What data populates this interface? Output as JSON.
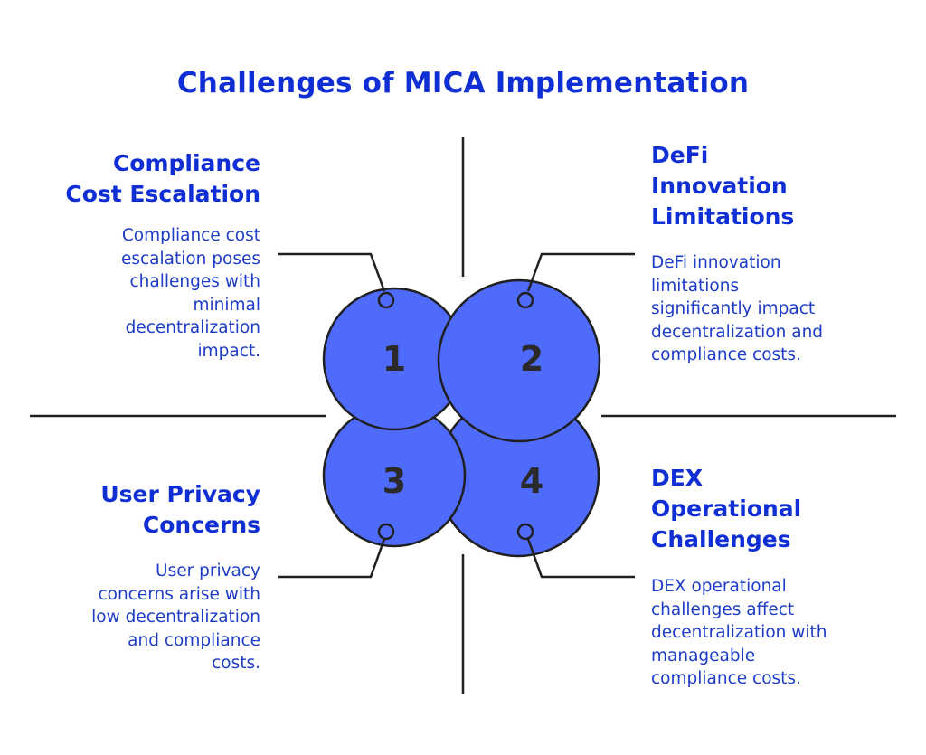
{
  "title": "Challenges of MICA Implementation",
  "colors": {
    "accent": "#0f2ed3",
    "circle_fill": "#4f6bfb",
    "stroke": "#1f1f1f"
  },
  "items": [
    {
      "number": "1",
      "heading_lines": [
        "Compliance",
        "Cost Escalation"
      ],
      "desc_lines": [
        "Compliance cost",
        "escalation poses",
        "challenges with",
        "minimal",
        "decentralization",
        "impact."
      ]
    },
    {
      "number": "2",
      "heading_lines": [
        "DeFi",
        "Innovation",
        "Limitations"
      ],
      "desc_lines": [
        "DeFi innovation",
        "limitations",
        "significantly impact",
        "decentralization and",
        "compliance costs."
      ]
    },
    {
      "number": "3",
      "heading_lines": [
        "User Privacy",
        "Concerns"
      ],
      "desc_lines": [
        "User privacy",
        "concerns arise with",
        "low decentralization",
        "and compliance",
        "costs."
      ]
    },
    {
      "number": "4",
      "heading_lines": [
        "DEX",
        "Operational",
        "Challenges"
      ],
      "desc_lines": [
        "DEX operational",
        "challenges affect",
        "decentralization with",
        "manageable",
        "compliance costs."
      ]
    }
  ]
}
